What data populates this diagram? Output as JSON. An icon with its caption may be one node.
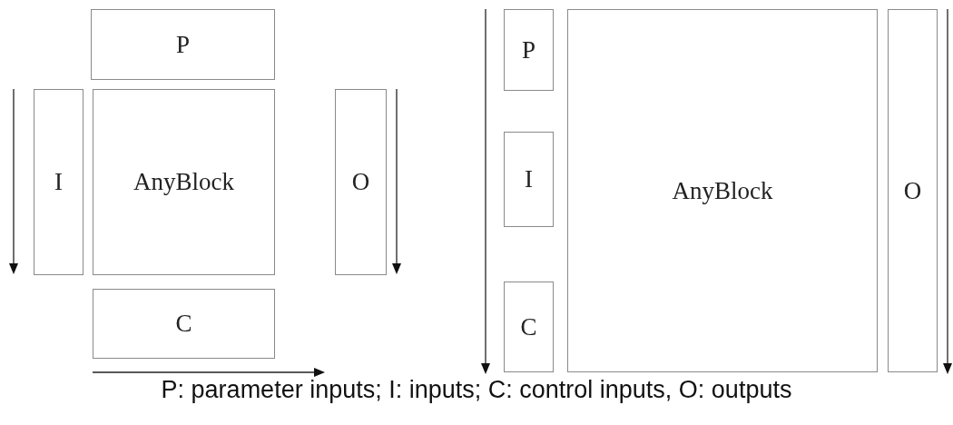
{
  "diagram": {
    "caption": "P: parameter inputs; I: inputs; C: control inputs, O: outputs",
    "nodes": [
      {
        "text": [
          "P"
        ]
      },
      {
        "text": [
          "I"
        ]
      },
      {
        "text": [
          "AnyBlock"
        ]
      },
      {
        "text": [
          "O"
        ]
      },
      {
        "text": [
          "C"
        ]
      },
      {
        "text": [
          "P"
        ]
      },
      {
        "text": [
          "I"
        ]
      },
      {
        "text": [
          "C"
        ]
      },
      {
        "text": [
          "AnyBlock"
        ]
      },
      {
        "text": [
          "O"
        ]
      }
    ]
  }
}
